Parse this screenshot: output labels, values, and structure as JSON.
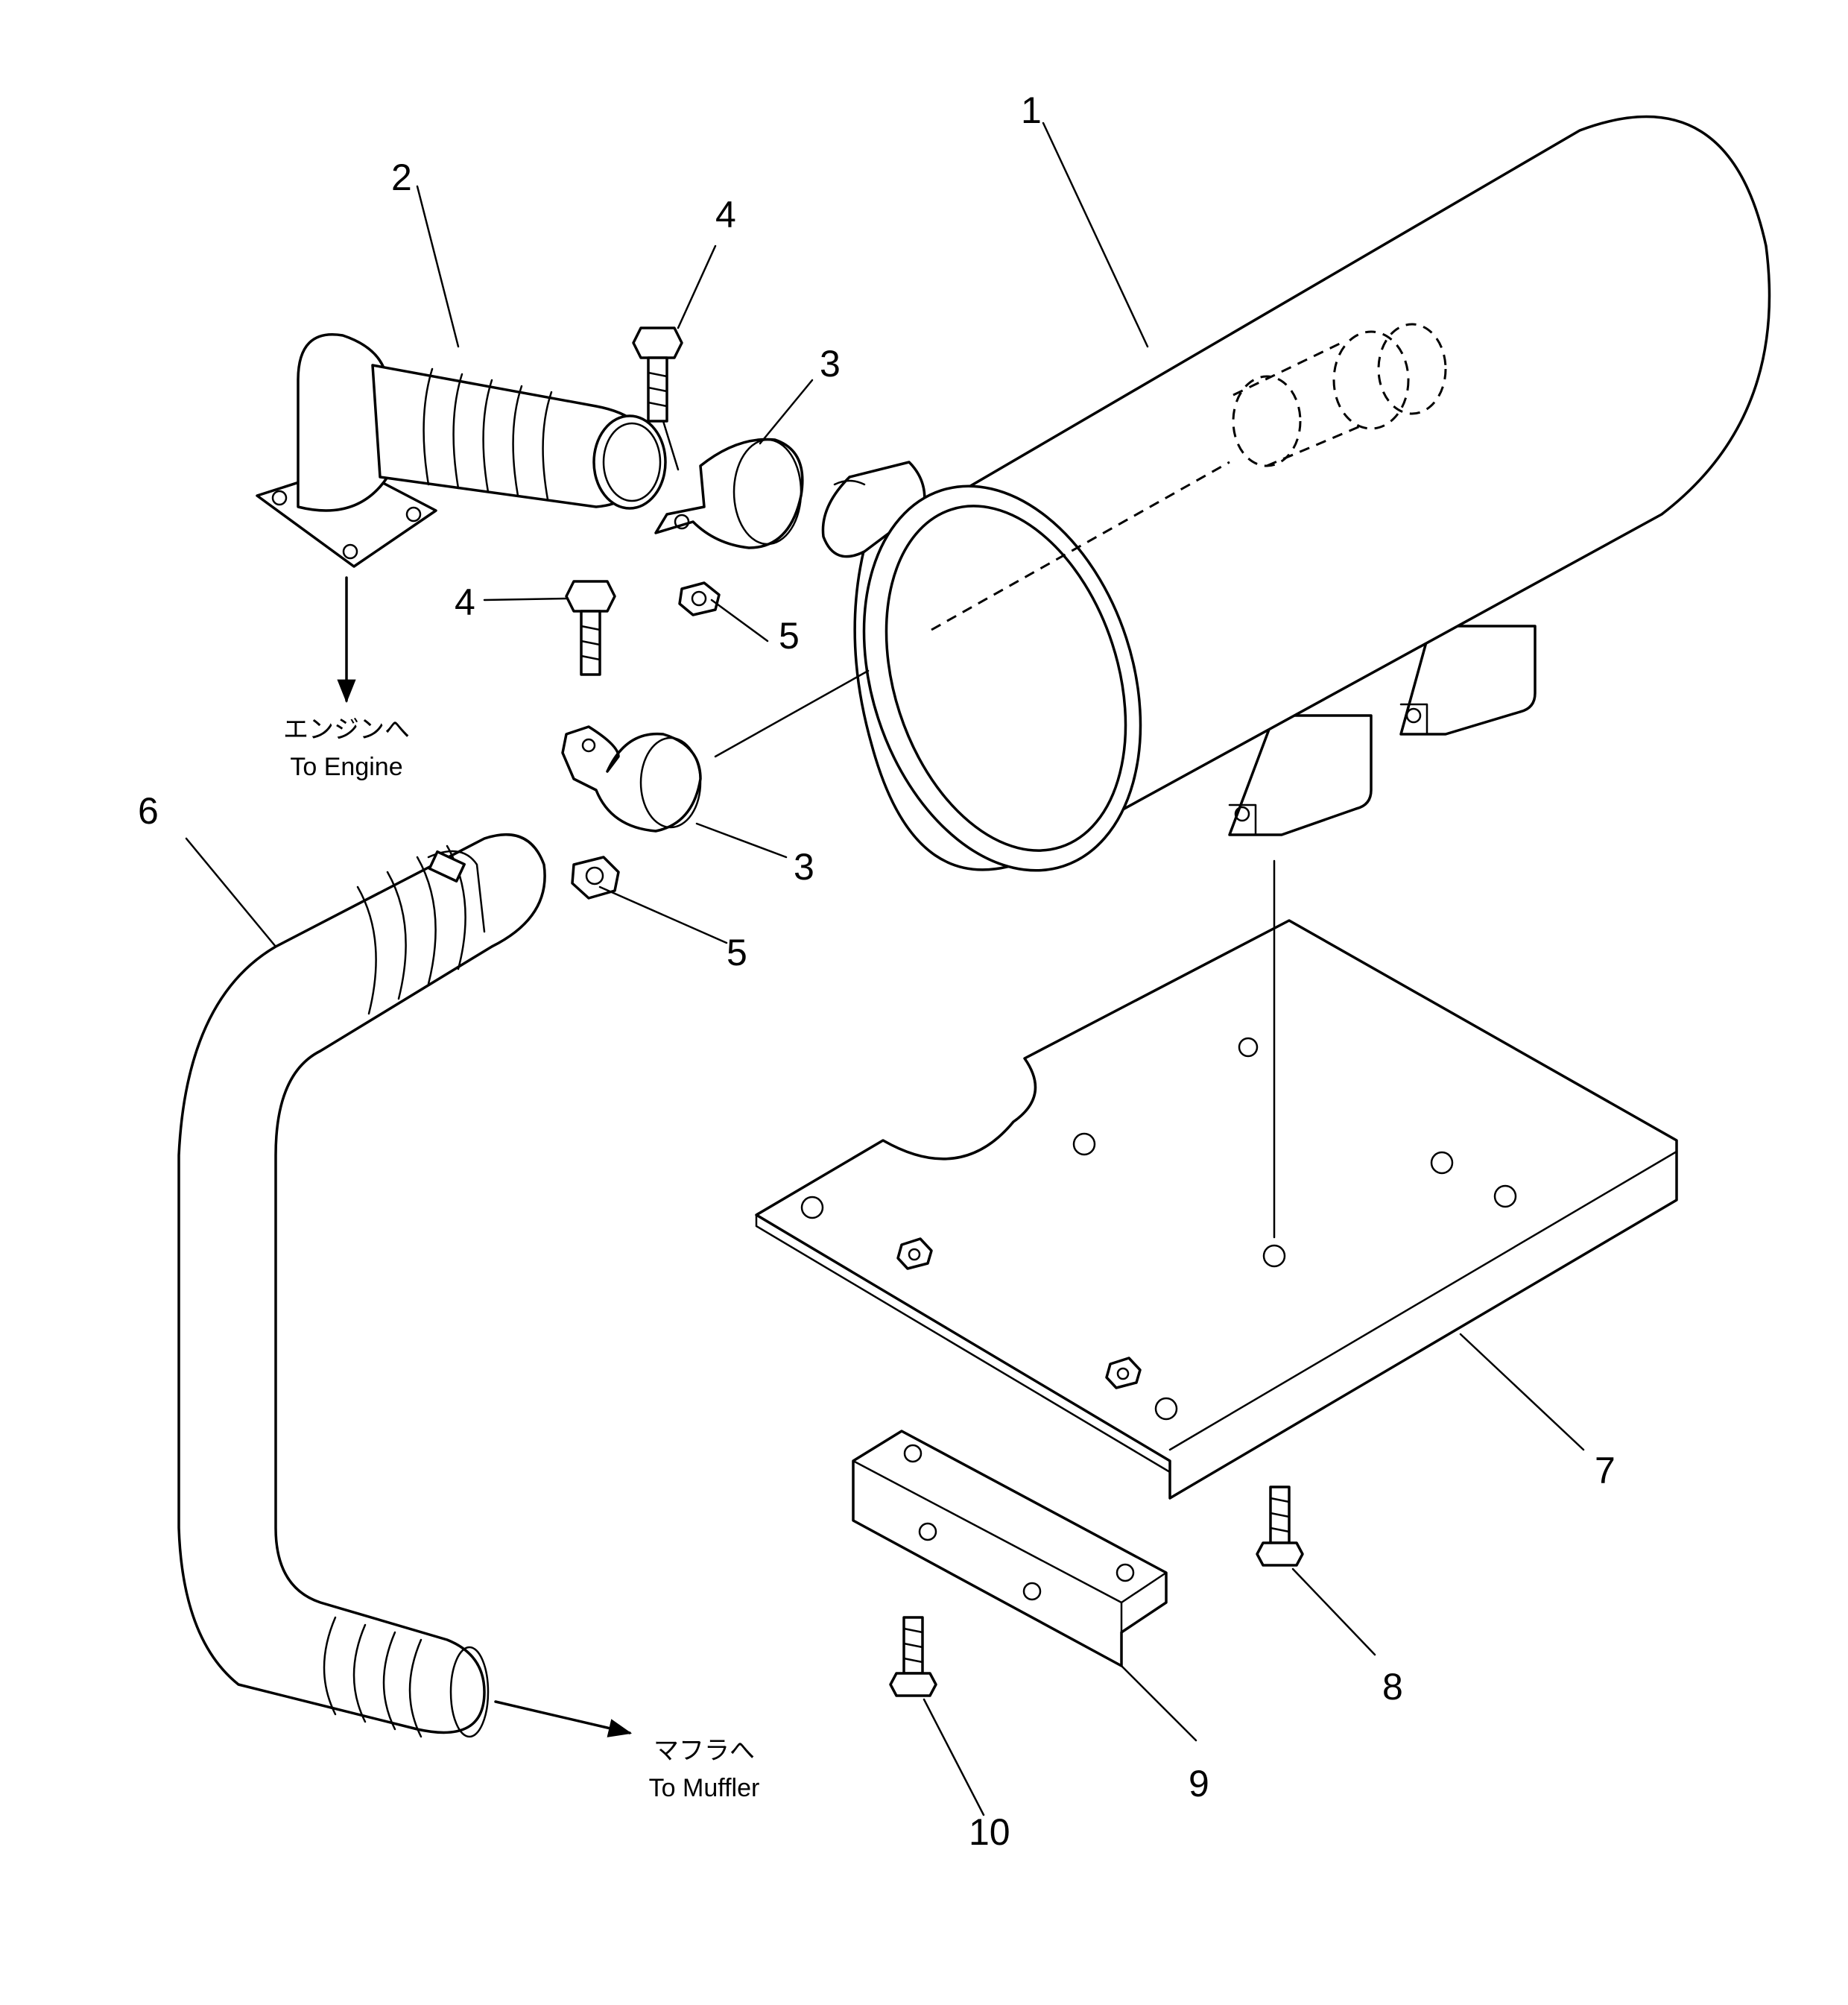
{
  "callouts": {
    "muffler": "1",
    "elbow_pipe": "2",
    "clamp_upper": "3",
    "clamp_lower": "3",
    "bolt_upper": "4",
    "bolt_lower": "4",
    "nut_upper": "5",
    "nut_lower": "5",
    "tail_pipe": "6",
    "bracket_plate": "7",
    "bolt_8": "8",
    "angle_bracket": "9",
    "bolt_10": "10"
  },
  "destinations": {
    "engine_jp": "エンジンへ",
    "engine_en": "To Engine",
    "muffler_jp": "マフラへ",
    "muffler_en": "To Muffler"
  }
}
